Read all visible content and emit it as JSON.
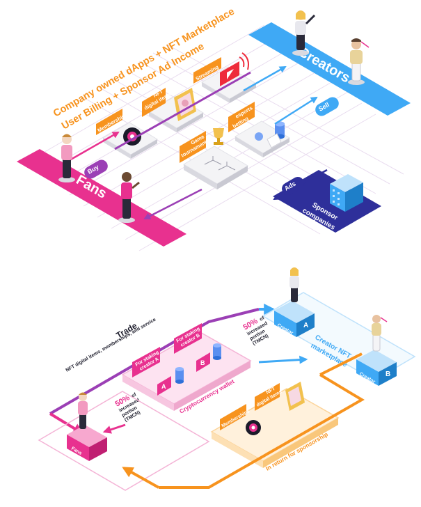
{
  "top": {
    "heading_line1": "Company owned dApps + NFT Marketplace",
    "heading_line2": "User Billing + Sponsor  Ad Income",
    "creators_band": "Creators",
    "fans_band": "Fans",
    "sell_label": "Sell",
    "buy_label": "Buy",
    "ads_label": "Ads",
    "sponsor_label_line1": "Sponsor",
    "sponsor_label_line2": "companies",
    "tiles": {
      "memberships": "Memberships",
      "nft_line1": "NFT",
      "nft_line2": "digital items",
      "streaming": "Streaming",
      "game_line1": "Game",
      "game_line2": "tournaments",
      "esports_line1": "esports",
      "esports_line2": "betting"
    }
  },
  "bottom": {
    "trade_title": "Trade",
    "trade_subtitle": "NFT digital items, memberships, and service",
    "staking_a_line1": "For staking",
    "staking_a_line2": "creator A",
    "staking_b_line1": "For staking",
    "staking_b_line2": "creator B",
    "wallet_label": "Cryptocurrency wallet",
    "marker_a": "A",
    "marker_b": "B",
    "creator_a_name": "Creator",
    "creator_a_letter": "A",
    "creator_b_name": "Creator",
    "creator_b_letter": "B",
    "marketplace_line1": "Creator NFT",
    "marketplace_line2": "marketplace",
    "pct_right_value": "50%",
    "pct_right_of": "of",
    "pct_right_line2": "increased",
    "pct_right_line3": "portion",
    "pct_right_line4": "(TMCN)",
    "pct_left_value": "50%",
    "pct_left_of": "of",
    "pct_left_line2": "increased",
    "pct_left_line3": "portion",
    "pct_left_line4": "(TMCN)",
    "fans_box": "Fans",
    "sponsor_memberships": "Memberships",
    "sponsor_nft_line1": "NFT",
    "sponsor_nft_line2": "digital items",
    "sponsorship_label": "In return for sponsorship"
  },
  "colors": {
    "creators_blue": "#3fa9f5",
    "fans_pink": "#e8318f",
    "sponsor_navy": "#2e2f9a",
    "orange": "#f7931e",
    "purple": "#9b3fb5",
    "tile_white": "#f4f4f6",
    "grid": "#ecdff2"
  },
  "icons": [
    "trophy-icon",
    "youtube-play-icon",
    "coin-stack-icon",
    "building-icon",
    "lock-icon"
  ]
}
